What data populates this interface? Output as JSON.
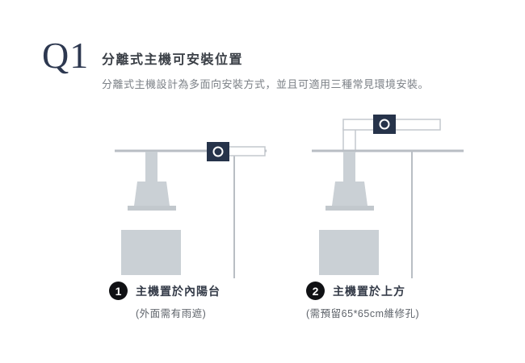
{
  "header": {
    "q_label": "Q1",
    "title": "分離式主機可安裝位置",
    "subtitle": "分離式主機設計為多面向安裝方式，並且可適用三種常見環境安裝。"
  },
  "diagrams": [
    {
      "number": "1",
      "caption": "主機置於內陽台",
      "note": "(外面需有雨遮)",
      "scene": "main unit mounted on balcony ceiling, duct through wall, range hood and stove below"
    },
    {
      "number": "2",
      "caption": "主機置於上方",
      "note": "(需預留65*65cm維修孔)",
      "scene": "main unit mounted above ceiling, duct runs over the ceiling, range hood and stove below"
    }
  ],
  "colors": {
    "main_unit": "#26334a",
    "structure_line": "#b9bec4",
    "shape_fill": "#cad0d5",
    "badge": "#101114",
    "heading_text": "#3a3f46",
    "subtitle_text": "#7c8187"
  }
}
